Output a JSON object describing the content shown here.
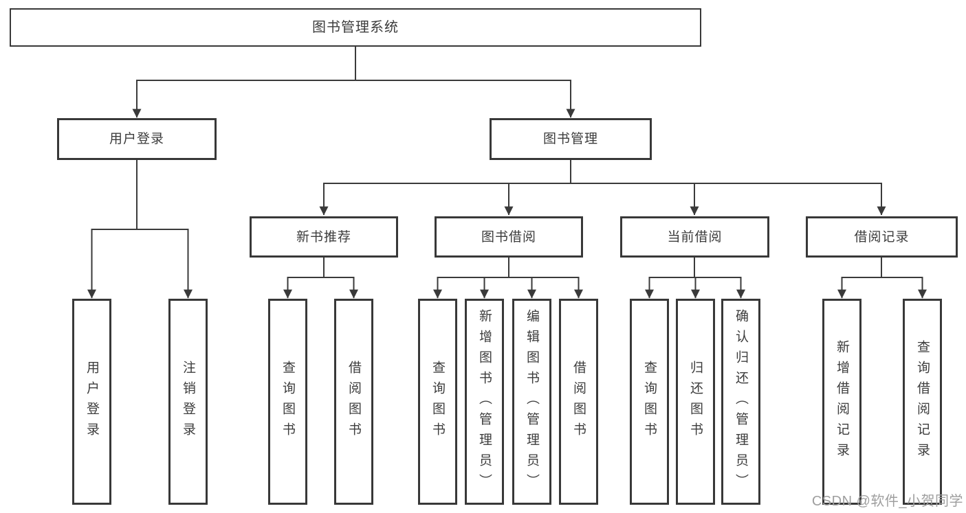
{
  "tree": {
    "label": "图书管理系统",
    "children": [
      {
        "label": "用户登录",
        "children": [
          {
            "label": "用户登录"
          },
          {
            "label": "注销登录"
          }
        ]
      },
      {
        "label": "图书管理",
        "children": [
          {
            "label": "新书推荐",
            "children": [
              {
                "label": "查询图书"
              },
              {
                "label": "借阅图书"
              }
            ]
          },
          {
            "label": "图书借阅",
            "children": [
              {
                "label": "查询图书"
              },
              {
                "label": "新增图书（管理员）"
              },
              {
                "label": "编辑图书（管理员）"
              },
              {
                "label": "借阅图书"
              }
            ]
          },
          {
            "label": "当前借阅",
            "children": [
              {
                "label": "查询图书"
              },
              {
                "label": "归还图书"
              },
              {
                "label": "确认归还（管理员）"
              }
            ]
          },
          {
            "label": "借阅记录",
            "children": [
              {
                "label": "新增借阅记录"
              },
              {
                "label": "查询借阅记录"
              }
            ]
          }
        ]
      }
    ]
  },
  "watermark": {
    "text": "CSDN @软件_小贺同学"
  },
  "colors": {
    "line": "#3a3a3a",
    "box_border": "#383838",
    "text": "#3c3c3c",
    "watermark": "#9e9e9e",
    "background": "#ffffff"
  }
}
